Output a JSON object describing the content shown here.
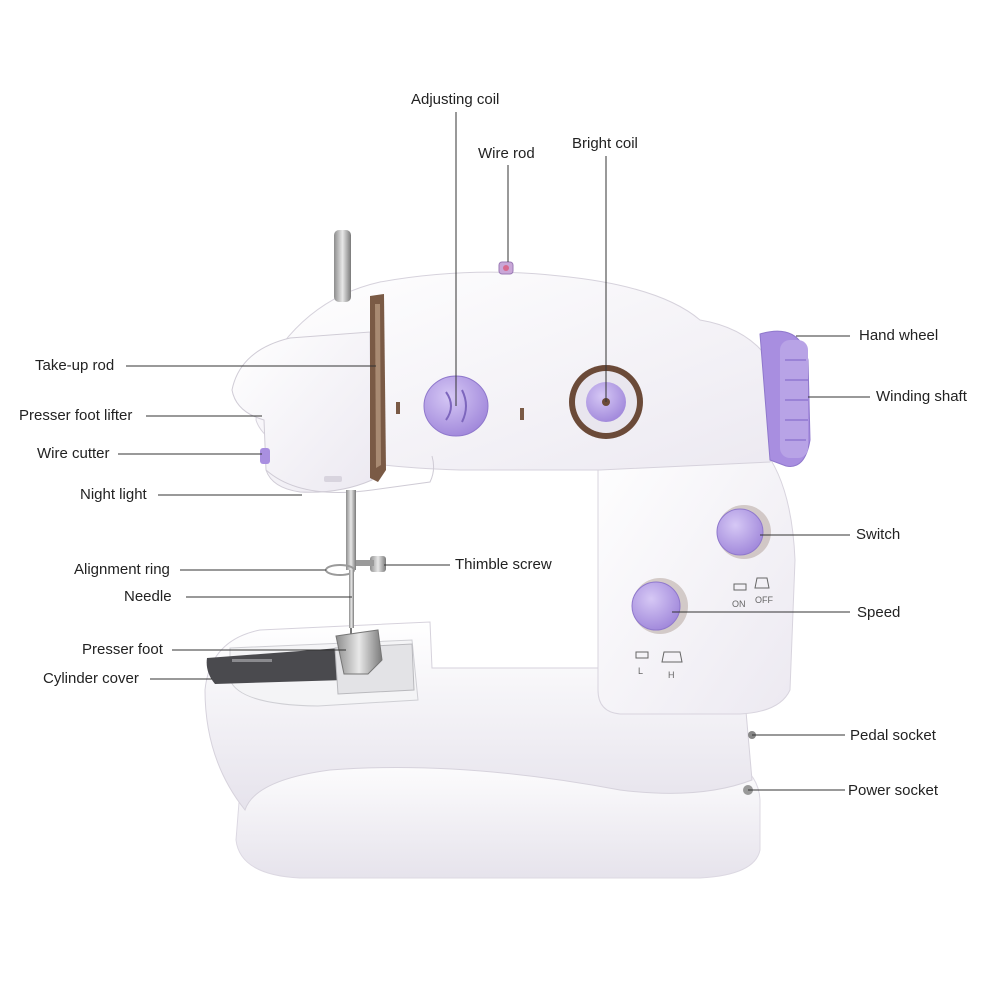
{
  "colors": {
    "body": "#ffffff",
    "body_shadow": "#e4e2ea",
    "accent": "#b8a3e6",
    "accent_dark": "#8f78cc",
    "brown": "#7a5a45",
    "line": "#333333",
    "text": "#222222"
  },
  "labels": {
    "adjusting_coil": "Adjusting coil",
    "wire_rod": "Wire rod",
    "bright_coil": "Bright coil",
    "hand_wheel": "Hand wheel",
    "winding_shaft": "Winding shaft",
    "take_up_rod": "Take-up rod",
    "presser_foot_lifter": "Presser foot lifter",
    "wire_cutter": "Wire cutter",
    "night_light": "Night light",
    "switch": "Switch",
    "alignment_ring": "Alignment ring",
    "thimble_screw": "Thimble screw",
    "needle": "Needle",
    "speed": "Speed",
    "presser_foot": "Presser foot",
    "cylinder_cover": "Cylinder cover",
    "pedal_socket": "Pedal socket",
    "power_socket": "Power socket"
  },
  "markings": {
    "on": "ON",
    "off": "OFF",
    "low": "L",
    "high": "H"
  }
}
